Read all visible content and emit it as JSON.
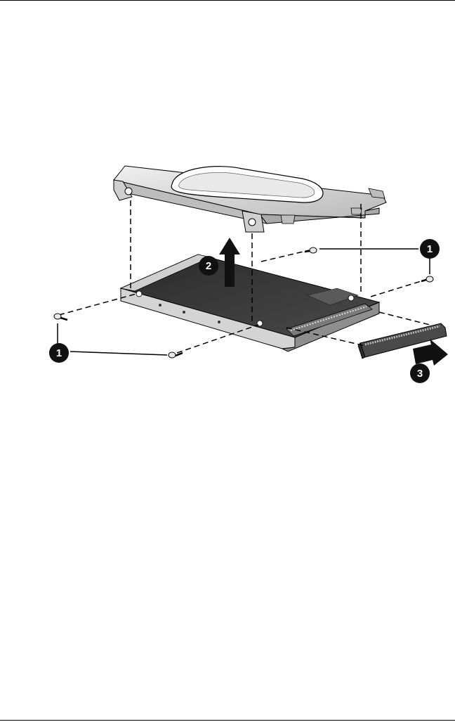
{
  "figure": {
    "description_visible_text_only": true,
    "callouts": [
      {
        "id": "screw-callout-a",
        "label": "1"
      },
      {
        "id": "screw-callout-b",
        "label": "1"
      },
      {
        "id": "lift-callout",
        "label": "2"
      },
      {
        "id": "pull-callout",
        "label": "3"
      }
    ],
    "colors": {
      "line": "#000000",
      "metal": "#d7d7d7",
      "metal_dark": "#9a9a9a",
      "drive_top": "#353535",
      "callout_fill": "#111111"
    }
  }
}
